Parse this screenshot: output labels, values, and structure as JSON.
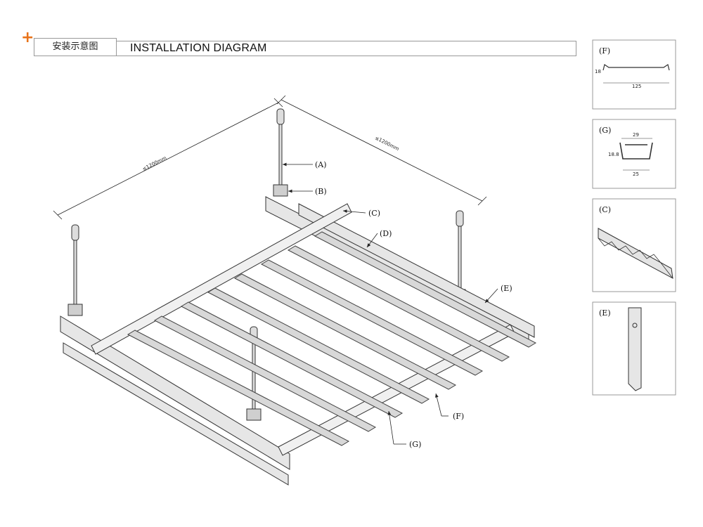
{
  "header": {
    "cn_title": "安装示意图",
    "en_title": "INSTALLATION DIAGRAM"
  },
  "main": {
    "dimensions": [
      "≤1200mm",
      "≤1200mm"
    ],
    "callouts": [
      "(A)",
      "(B)",
      "(C)",
      "(D)",
      "(E)",
      "(F)",
      "(G)"
    ]
  },
  "details": [
    {
      "label": "(F)",
      "dims": [
        "18",
        "125"
      ]
    },
    {
      "label": "(G)",
      "dims": [
        "29",
        "18.8",
        "25"
      ]
    },
    {
      "label": "(C)"
    },
    {
      "label": "(E)"
    }
  ],
  "colors": {
    "accent": "#e8731a",
    "line": "#222222"
  }
}
